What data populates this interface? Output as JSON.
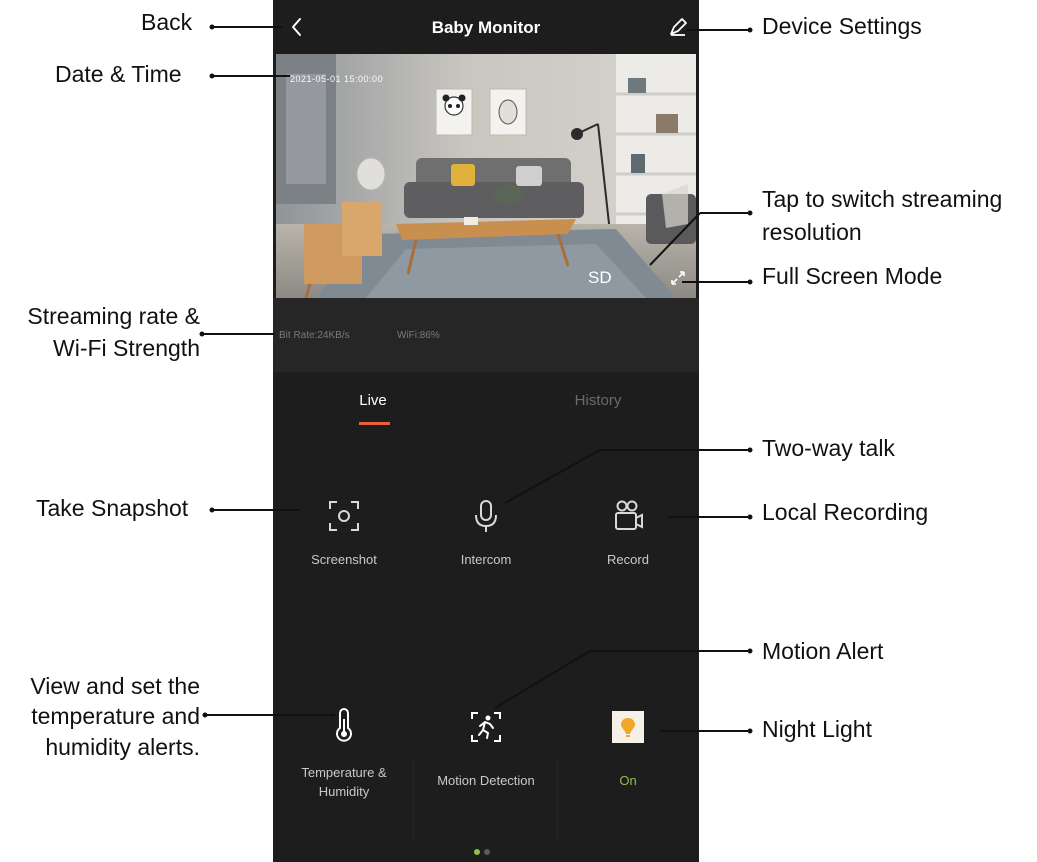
{
  "annotations": {
    "back": "Back",
    "date_time": "Date & Time",
    "device_settings": "Device Settings",
    "streaming_resolution": [
      "Tap to switch streaming",
      "resolution"
    ],
    "full_screen": "Full Screen Mode",
    "streaming_rate": [
      "Streaming rate &",
      "Wi-Fi Strength"
    ],
    "two_way_talk": "Two-way talk",
    "take_snapshot": "Take Snapshot",
    "local_recording": "Local Recording",
    "motion_alert": "Motion Alert",
    "temperature_alerts": [
      "View and set the",
      "temperature and",
      "humidity alerts."
    ],
    "night_light": "Night Light"
  },
  "app": {
    "title": "Baby Monitor",
    "back_icon": "chevron-left-icon",
    "settings_icon": "pencil-icon"
  },
  "video": {
    "datetime": "2021-05-01  15:00:00",
    "resolution": "SD",
    "fullscreen_icon": "expand-icon"
  },
  "stats": {
    "bit_rate": "Bit Rate:24KB/s",
    "wifi": "WiFi:86%"
  },
  "tabs": {
    "live": "Live",
    "history": "History",
    "active": "live"
  },
  "controls": {
    "screenshot": {
      "label": "Screenshot",
      "icon": "screenshot-icon"
    },
    "intercom": {
      "label": "Intercom",
      "icon": "microphone-icon"
    },
    "record": {
      "label": "Record",
      "icon": "video-camera-icon"
    },
    "temperature": {
      "label_line1": "Temperature &",
      "label_line2": "Humidity",
      "icon": "thermometer-icon"
    },
    "motion": {
      "label": "Motion Detection",
      "icon": "running-person-icon"
    },
    "night_light": {
      "status": "On",
      "icon": "light-bulb-icon"
    }
  },
  "colors": {
    "screen_bg": "#1d1d1d",
    "accent": "#e8613a",
    "on_status": "#8fc04a",
    "night_light_tile": "#f6f1e6",
    "night_light_bulb": "#f4a62a",
    "inactive_tab": "#6b6b6b",
    "pager_active": "#8fc04a"
  },
  "pager": {
    "pages": 2,
    "current": 1
  }
}
